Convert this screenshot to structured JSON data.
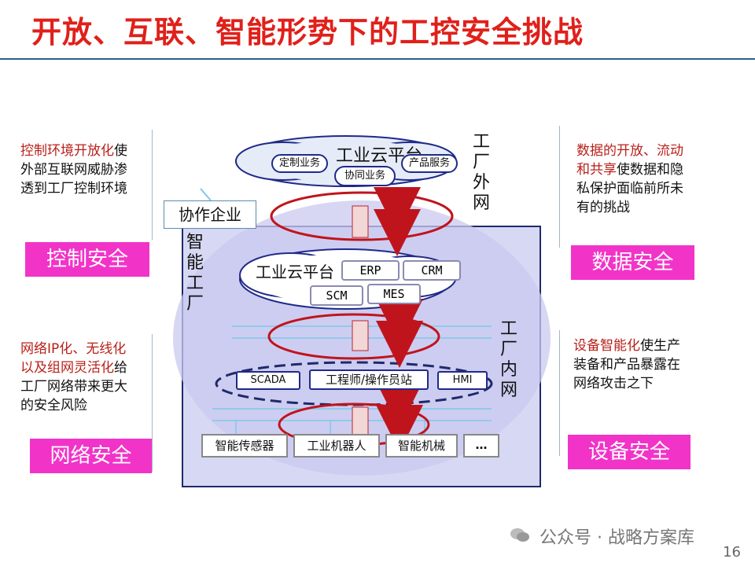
{
  "title": "开放、互联、智能形势下的工控安全挑战",
  "left_top": {
    "highlight": "控制环境开放化",
    "rest": "使外部互联网威胁渗透到工厂控制环境",
    "badge": "控制安全"
  },
  "left_bottom": {
    "highlight": "网络IP化、无线化以及组网灵活化",
    "rest": "给工厂网络带来更大的安全风险",
    "badge": "网络安全"
  },
  "right_top": {
    "highlight": "数据的开放、流动和共享",
    "rest": "使数据和隐私保护面临前所未有的挑战",
    "badge": "数据安全"
  },
  "right_bottom": {
    "highlight": "设备智能化",
    "rest": "使生产装备和产品暴露在网络攻击之下",
    "badge": "设备安全"
  },
  "diagram": {
    "outer_cloud": {
      "title": "工业云平台",
      "services": [
        "定制业务",
        "协同业务",
        "产品服务"
      ],
      "side_label": "工厂外网"
    },
    "cooperation": "协作企业",
    "factory_label": "智能工厂",
    "inner_cloud": {
      "title": "工业云平台",
      "systems": [
        "ERP",
        "CRM",
        "SCM",
        "MES"
      ]
    },
    "inner_net_label": "工厂内网",
    "control_layer": [
      "SCADA",
      "工程师/操作员站",
      "HMI"
    ],
    "device_layer": [
      "智能传感器",
      "工业机器人",
      "智能机械",
      "…"
    ],
    "colors": {
      "title": "#e0201a",
      "highlight": "#b8201a",
      "badge": "#f233c8",
      "arrow": "#c0141c",
      "frame": "#1f2a6a"
    }
  },
  "footer": "公众号 · 战略方案库",
  "page_number": "16"
}
